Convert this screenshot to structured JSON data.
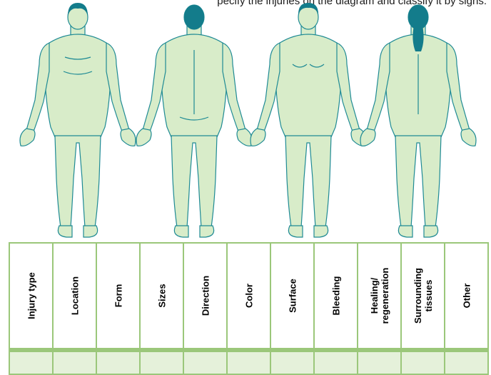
{
  "document": {
    "caption_fragment": "pecify the injuries on the diagram and classify it by signs:",
    "figures": [
      {
        "view": "male-front"
      },
      {
        "view": "male-back"
      },
      {
        "view": "female-front"
      },
      {
        "view": "female-back"
      }
    ],
    "colors": {
      "skin": "#d8ecc9",
      "outline": "#1e8a94",
      "hair": "#137c8b",
      "table_border": "#9bc77a",
      "row_fill": "#e5f1da"
    },
    "table": {
      "headers": [
        "Injury type",
        "Location",
        "Form",
        "Sizes",
        "Direction",
        "Color",
        "Surface",
        "Bleeding",
        "Healing/\nregeneration",
        "Surrounding\ntissues",
        "Other"
      ]
    }
  }
}
